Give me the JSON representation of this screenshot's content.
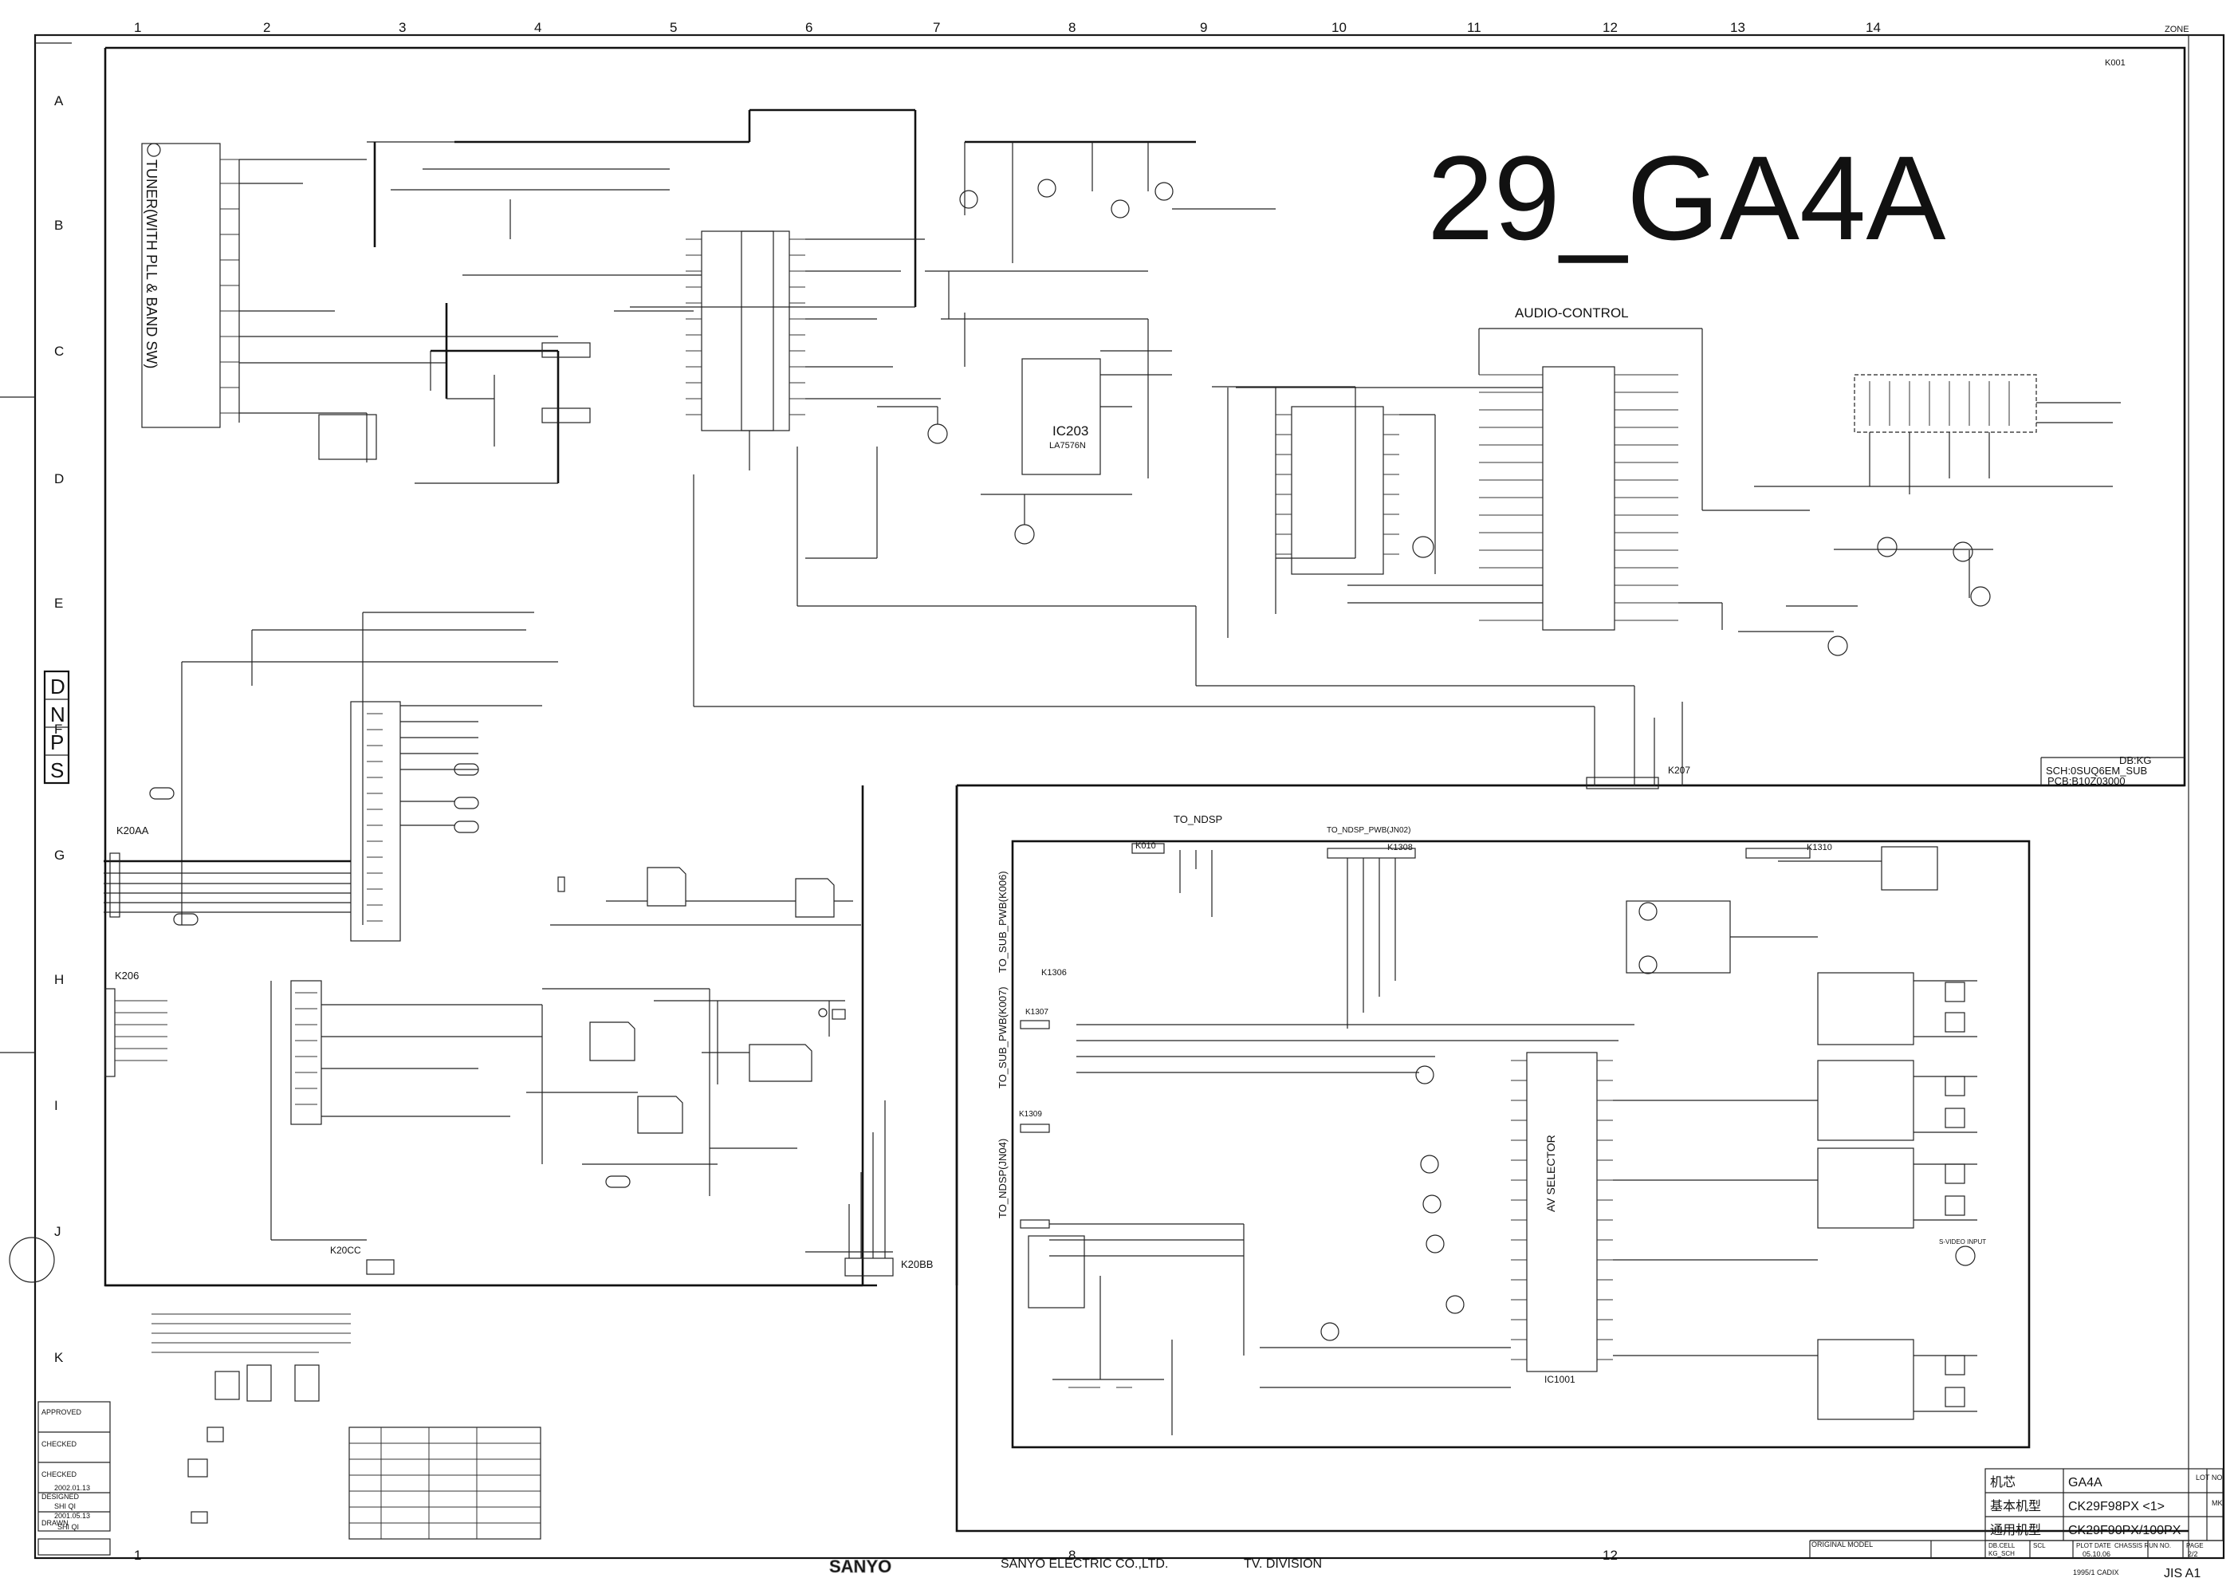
{
  "sheet": {
    "title": "29_GA4A",
    "section_audio": "AUDIO-CONTROL",
    "zone_label": "ZONE",
    "column_numbers": [
      "1",
      "2",
      "3",
      "4",
      "5",
      "6",
      "7",
      "8",
      "9",
      "10",
      "11",
      "12",
      "13",
      "14"
    ],
    "row_letters": [
      "A",
      "B",
      "C",
      "D",
      "E",
      "F",
      "G",
      "H",
      "I",
      "J",
      "K"
    ],
    "left_side_letters": [
      "D",
      "N",
      "P",
      "S"
    ]
  },
  "labels": {
    "tuner": "TUNER(WITH PLL & BAND SW)",
    "k001": "K001",
    "ic203": "IC203",
    "ic203_part": "LA7576N",
    "k20aa": "K20AA",
    "k206": "K206",
    "k20cc": "K20CC",
    "k20bb": "K20BB",
    "k207": "K207",
    "to_ndsp": "TO_NDSP",
    "to_ndsp_pwb": "TO_NDSP_PWB(JN02)",
    "to_sub_pwb_k006": "TO_SUB_PWB(K006)",
    "to_sub_pwb_k007": "TO_SUB_PWB(K007)",
    "to_ndsp_jn04": "TO_NDSP(JN04)",
    "k1310": "K1310",
    "k1308": "K1308",
    "k1306": "K1306",
    "k1307": "K1307",
    "k1309": "K1309",
    "k010": "K010",
    "av_selector": "AV SELECTOR",
    "ic1001": "IC1001",
    "db_kg": "DB:KG",
    "sch": "SCH:0SUQ6EM_SUB",
    "pcb": "PCB:B10Z03000",
    "svideo": "S-VIDEO INPUT"
  },
  "title_block": {
    "approved": "APPROVED",
    "checked_1": "CHECKED",
    "checked_2": "CHECKED",
    "designed": "DESIGNED",
    "designed_date": "2002.01.13",
    "designed_name": "SHI QI",
    "drawn": "DRAWN",
    "drawn_date": "2001.05.13",
    "drawn_name": "SHI QI",
    "lot_no": "LOT NO.",
    "chassis_label": "机芯",
    "chassis_value": "GA4A",
    "base_model_label": "基本机型",
    "base_model_value": "CK29F98PX <1>",
    "general_model_label": "通用机型",
    "general_model_value": "CK29F90PX/100PX",
    "mk": "MK",
    "original_model": "ORIGINAL MODEL",
    "db_cell": "DB.CELL",
    "db_cell_value": "KG_SCH",
    "scl": "SCL",
    "plot_date": "PLOT DATE",
    "plot_date_value": "05.10.06",
    "chassis_run_no": "CHASSIS RUN NO.",
    "page_label": "PAGE",
    "page_value": "2/2",
    "company": "SANYO ELECTRIC CO.,LTD.",
    "division": "TV. DIVISION",
    "logo": "SANYO",
    "cadix": "1995/1 CADIX",
    "paper": "JIS A1"
  }
}
